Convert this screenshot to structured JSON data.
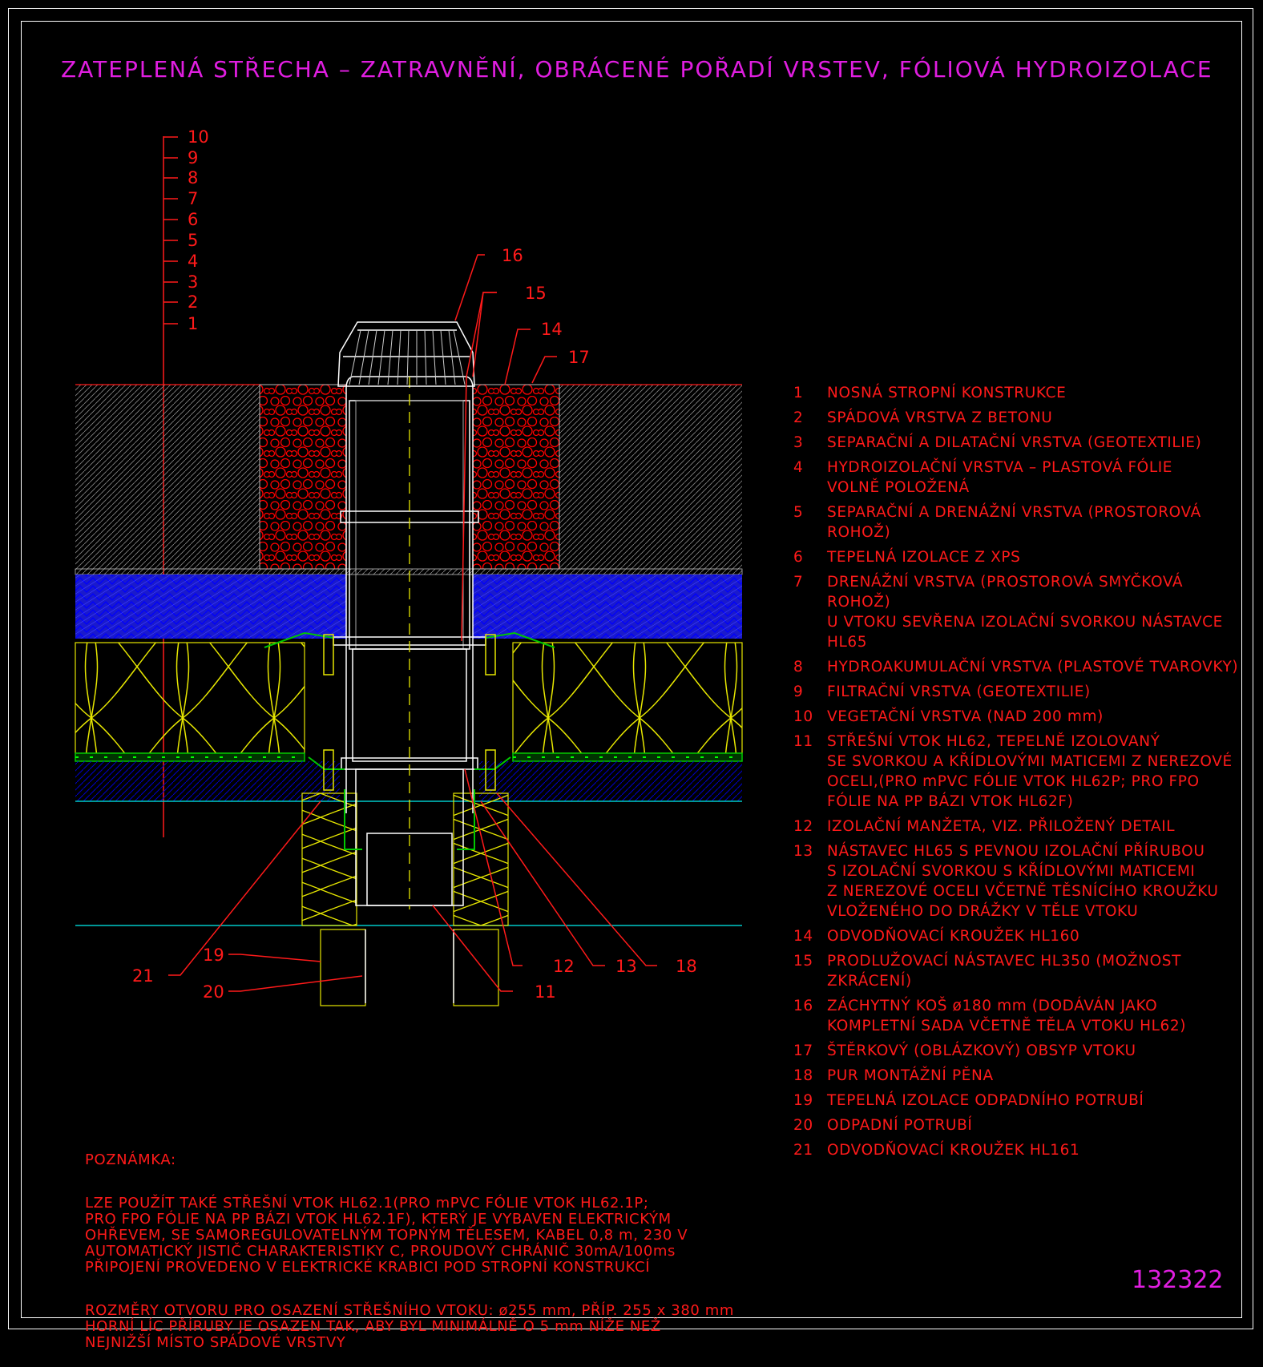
{
  "title": "ZATEPLENÁ STŘECHA – ZATRAVNĚNÍ, OBRÁCENÉ POŘADÍ VRSTEV, FÓLIOVÁ HYDROIZOLACE",
  "drawing_number": "132322",
  "layer_scale": [
    "1",
    "2",
    "3",
    "4",
    "5",
    "6",
    "7",
    "8",
    "9",
    "10"
  ],
  "callouts": [
    "11",
    "12",
    "13",
    "14",
    "15",
    "16",
    "17",
    "18",
    "19",
    "20",
    "21"
  ],
  "legend": [
    {
      "num": "1",
      "text": "NOSNÁ STROPNÍ KONSTRUKCE"
    },
    {
      "num": "2",
      "text": "SPÁDOVÁ VRSTVA Z BETONU"
    },
    {
      "num": "3",
      "text": "SEPARAČNÍ A DILATAČNÍ VRSTVA (GEOTEXTILIE)"
    },
    {
      "num": "4",
      "text": "HYDROIZOLAČNÍ VRSTVA – PLASTOVÁ FÓLIE\nVOLNĚ POLOŽENÁ"
    },
    {
      "num": "5",
      "text": "SEPARAČNÍ A DRENÁŽNÍ VRSTVA (PROSTOROVÁ ROHOŽ)"
    },
    {
      "num": "6",
      "text": "TEPELNÁ IZOLACE Z XPS"
    },
    {
      "num": "7",
      "text": "DRENÁŽNÍ VRSTVA (PROSTOROVÁ SMYČKOVÁ ROHOŽ)\nU VTOKU SEVŘENA IZOLAČNÍ SVORKOU NÁSTAVCE HL65"
    },
    {
      "num": "8",
      "text": "HYDROAKUMULAČNÍ VRSTVA (PLASTOVÉ TVAROVKY)"
    },
    {
      "num": "9",
      "text": "FILTRAČNÍ VRSTVA (GEOTEXTILIE)"
    },
    {
      "num": "10",
      "text": "VEGETAČNÍ VRSTVA (NAD 200 mm)"
    },
    {
      "num": "11",
      "text": "STŘEŠNÍ VTOK HL62, TEPELNĚ IZOLOVANÝ\nSE SVORKOU A KŘÍDLOVÝMI MATICEMI Z NEREZOVÉ\nOCELI,(PRO mPVC FÓLIE VTOK HL62P; PRO FPO\nFÓLIE NA PP BÁZI VTOK HL62F)"
    },
    {
      "num": "12",
      "text": "IZOLAČNÍ MANŽETA, VIZ. PŘILOŽENÝ DETAIL"
    },
    {
      "num": "13",
      "text": "NÁSTAVEC HL65 S PEVNOU IZOLAČNÍ PŘÍRUBOU\nS IZOLAČNÍ SVORKOU S KŘÍDLOVÝMI MATICEMI\nZ NEREZOVÉ OCELI VČETNĚ TĚSNÍCÍHO KROUŽKU\nVLOŽENÉHO DO DRÁŽKY V TĚLE VTOKU"
    },
    {
      "num": "14",
      "text": "ODVODŇOVACÍ KROUŽEK HL160"
    },
    {
      "num": "15",
      "text": "PRODLUŽOVACÍ NÁSTAVEC HL350 (MOŽNOST ZKRÁCENÍ)"
    },
    {
      "num": "16",
      "text": "ZÁCHYTNÝ KOŠ ø180 mm (DODÁVÁN JAKO\nKOMPLETNÍ SADA VČETNĚ TĚLA VTOKU HL62)"
    },
    {
      "num": "17",
      "text": "ŠTĚRKOVÝ (OBLÁZKOVÝ) OBSYP VTOKU"
    },
    {
      "num": "18",
      "text": "PUR MONTÁŽNÍ PĚNA"
    },
    {
      "num": "19",
      "text": "TEPELNÁ IZOLACE ODPADNÍHO POTRUBÍ"
    },
    {
      "num": "20",
      "text": "ODPADNÍ POTRUBÍ"
    },
    {
      "num": "21",
      "text": "ODVODŇOVACÍ KROUŽEK HL161"
    }
  ],
  "notes": {
    "heading": "POZNÁMKA:",
    "paragraph1": "LZE POUŽÍT TAKÉ STŘEŠNÍ VTOK HL62.1(PRO mPVC FÓLIE VTOK HL62.1P;\nPRO FPO FÓLIE NA PP BÁZI VTOK HL62.1F), KTERÝ JE VYBAVEN ELEKTRICKÝM\nOHŘEVEM, SE SAMOREGULOVATELNÝM TOPNÝM TĚLESEM, KABEL 0,8 m, 230 V\nAUTOMATICKÝ JISTIČ CHARAKTERISTIKY C, PROUDOVÝ CHRÁNIČ 30mA/100ms\nPŘIPOJENÍ PROVEDENO V ELEKTRICKÉ KRABICI POD STROPNÍ KONSTRUKCÍ",
    "paragraph2": "ROZMĚRY OTVORU PRO OSAZENÍ STŘEŠNÍHO VTOKU: ø255 mm, PŘÍP. 255 x 380 mm\nHORNÍ LÍC PŘÍRUBY JE OSAZEN TAK, ABY BYL MINIMÁLNĚ O 5 mm NÍŽE NEŽ\nNEJNIŽŠÍ MÍSTO SPÁDOVÉ VRSTVY"
  },
  "colors": {
    "label_red": "#ff1a1a",
    "title_magenta": "#e01ee0",
    "gravel_red": "#ff0000",
    "xps_blue": "#1a1acc",
    "insulation_yellow": "#e6e600",
    "membrane_green": "#00c800",
    "concrete_cyan": "#00c8c8"
  }
}
